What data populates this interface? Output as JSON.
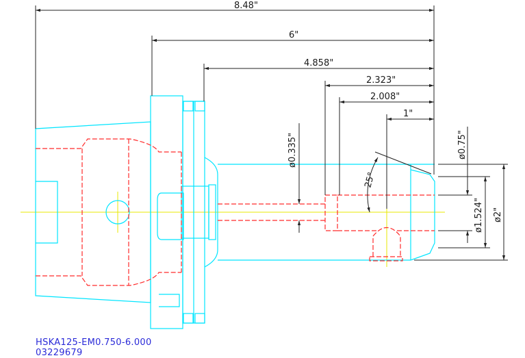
{
  "drawing": {
    "part_number": "HSKA125-EM0.750-6.000",
    "code": "03229679"
  },
  "dimensions": {
    "overall_length": "8.48\"",
    "gauge_length": "6\"",
    "shank_length": "4.858\"",
    "bore_depth_a": "2.323\"",
    "bore_depth_b": "2.008\"",
    "setscrew_offset": "1\"",
    "coolant_dia": "ø0.335\"",
    "bore_dia": "ø0.75\"",
    "neck_dia": "ø1.524\"",
    "body_dia": "ø2\"",
    "chamfer_angle": "25°"
  },
  "colors": {
    "outline": "#00e5ff",
    "hidden": "#ff2a2a",
    "center": "#e8e800",
    "dimension": "#222222",
    "caption": "#2a2ad8"
  }
}
